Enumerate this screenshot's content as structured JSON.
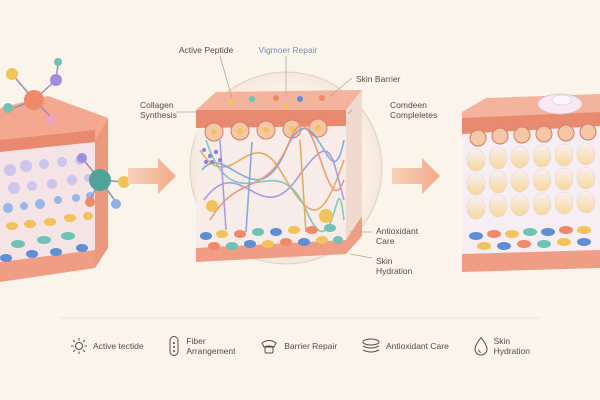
{
  "labels": {
    "active_peptide": "Active Peptide",
    "vigmoer_repair": "Vigmoer Repair",
    "skin_barrier": "Skin Barrier",
    "collagen_synthesis": "Collagen\nSynthesis",
    "comdeen_completes": "Comdeen\nCompleletes",
    "antioxidant_care": "Antioxidant\nCare",
    "skin_hydration": "Skin\nHydration"
  },
  "legend": [
    {
      "icon": "sun-icon",
      "label": "Active tectide"
    },
    {
      "icon": "capsule-icon",
      "label": "Fiber\nArrangement"
    },
    {
      "icon": "barrier-icon",
      "label": "Barrier Repair"
    },
    {
      "icon": "layers-icon",
      "label": "Antioxidant Care"
    },
    {
      "icon": "droplet-icon",
      "label": "Skin\nHydration"
    }
  ],
  "colors": {
    "background": "#fbf4ea",
    "skin_top": "#f3a88f",
    "skin_side": "#e7876f",
    "dermis": "#f6e3da",
    "arrow": "#f3b595",
    "label_text": "#5b4a44",
    "accent_label": "#7a8fb8"
  }
}
